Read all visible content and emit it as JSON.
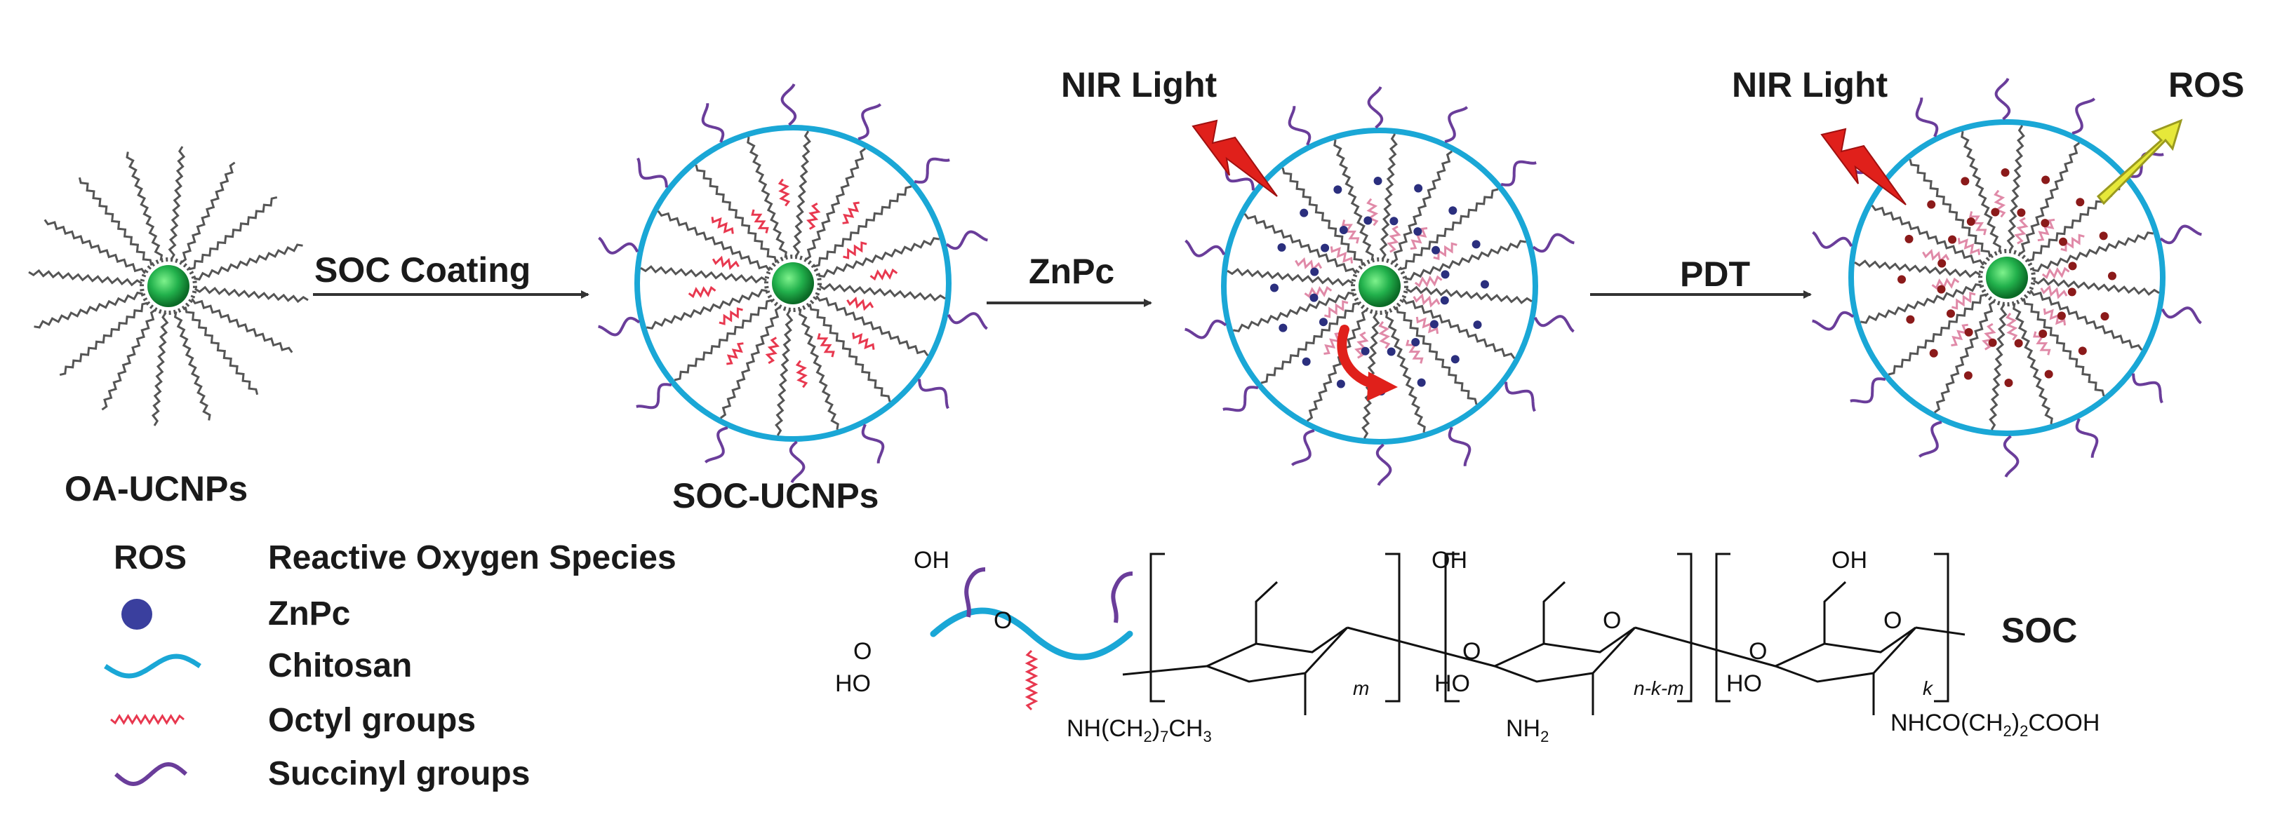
{
  "stages": {
    "oa": {
      "label": "OA-UCNPs"
    },
    "soc": {
      "label": "SOC-UCNPs"
    }
  },
  "arrows": {
    "coating": "SOC Coating",
    "loading": "ZnPc",
    "therapy": "PDT"
  },
  "light": {
    "label1": "NIR Light",
    "label2": "NIR Light",
    "ros_label": "ROS"
  },
  "legend": {
    "ros_abbrev": "ROS",
    "ros_full": "Reactive Oxygen Species",
    "items": [
      {
        "icon": "dot",
        "label": "ZnPc"
      },
      {
        "icon": "chitosan-wave",
        "label": "Chitosan"
      },
      {
        "icon": "octyl-zigzag",
        "label": "Octyl groups"
      },
      {
        "icon": "succinyl-wave",
        "label": "Succinyl groups"
      }
    ]
  },
  "structure": {
    "label": "SOC",
    "oh": "OH",
    "ho": "HO",
    "o": "O",
    "idx_m": "m",
    "idx_mid": "n-k-m",
    "idx_k": "k",
    "sub1": "NH(CH2)7CH3",
    "sub2": "NH2",
    "sub3": "NHCO(CH2)2COOH"
  },
  "colors": {
    "core": "#22b14c",
    "shell": "#1aa7d6",
    "succinyl": "#6a3d9a",
    "octyl": "#e8384f",
    "znpc": "#2b2f7e",
    "ros_dot": "#8b1a1a",
    "bolt": "#e0201b",
    "ros_arrow": "#e6e83a"
  }
}
